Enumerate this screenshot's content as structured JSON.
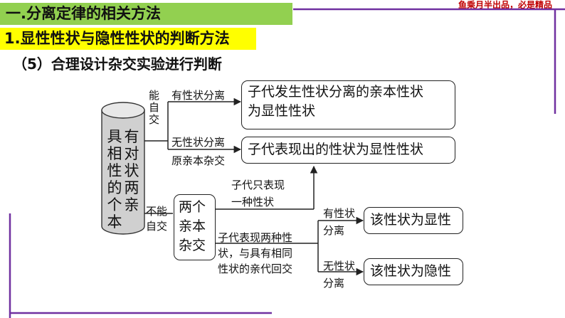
{
  "header": {
    "section_title": "一.分离定律的相关方法",
    "sub_title": "1.显性性状与隐性性状的判断方法",
    "heading": "（5）合理设计杂交实验进行判断",
    "slogan": "鱼乘月半出品，必是精品"
  },
  "colors": {
    "section_bar": "#92d050",
    "sub_bar": "#ffff00",
    "frame_line": "#7030a0",
    "slogan": "#c00000"
  },
  "diagram": {
    "source_col1": [
      "具",
      "相",
      "性",
      "的",
      "个",
      "本"
    ],
    "source_col2": [
      "有",
      "对",
      "状",
      "两",
      "亲"
    ],
    "branch_self": [
      "能",
      "自",
      "交"
    ],
    "branch_noself": [
      "不能",
      "自交"
    ],
    "label_segregation": "有性状分离",
    "label_no_segregation": "无性状分离",
    "label_cross_parents": "原亲本杂交",
    "label_one_trait": [
      "子代只表现",
      "一种性状"
    ],
    "label_two_traits": [
      "子代表现两种性",
      "状，与具有相同",
      "性状的亲代回交"
    ],
    "label_has_seg": [
      "有性状",
      "分离"
    ],
    "label_no_seg": [
      "无性状",
      "分离"
    ],
    "box_parent_cross": [
      "两个",
      "亲本",
      "杂交"
    ],
    "result_dominant_parent": [
      "子代发生性状分离的亲本性状",
      "为显性性状"
    ],
    "result_offspring_dominant": "子代表现出的性状为显性性状",
    "result_is_dominant": "该性状为显性",
    "result_is_recessive": "该性状为隐性"
  }
}
